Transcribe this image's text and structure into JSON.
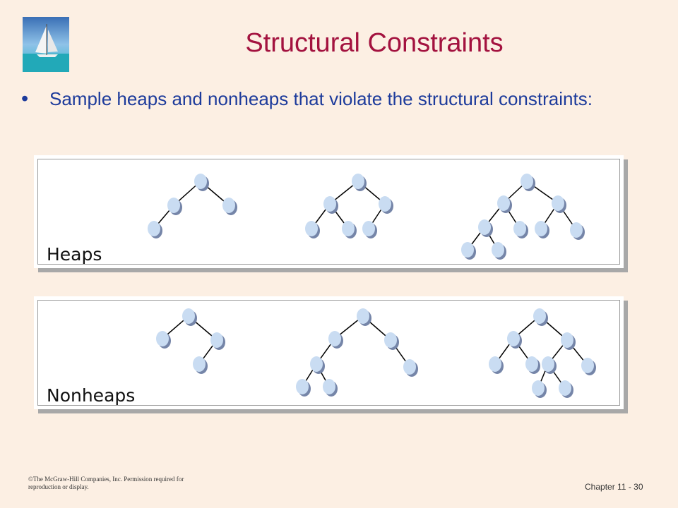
{
  "slide": {
    "title": "Structural Constraints",
    "bullet": "Sample heaps and nonheaps that violate the structural constraints:",
    "footer_copyright": "©The McGraw-Hill Companies, Inc. Permission required for reproduction or display.",
    "footer_chapter": "Chapter 11 - 30"
  },
  "panels": {
    "heaps_label": "Heaps",
    "nonheaps_label": "Nonheaps"
  },
  "logo_icon": "sailboat-photo-icon",
  "colors": {
    "title": "#a3123f",
    "bullet": "#1d3b9b",
    "background": "#fcefe3",
    "node": "#c9dcf2"
  }
}
